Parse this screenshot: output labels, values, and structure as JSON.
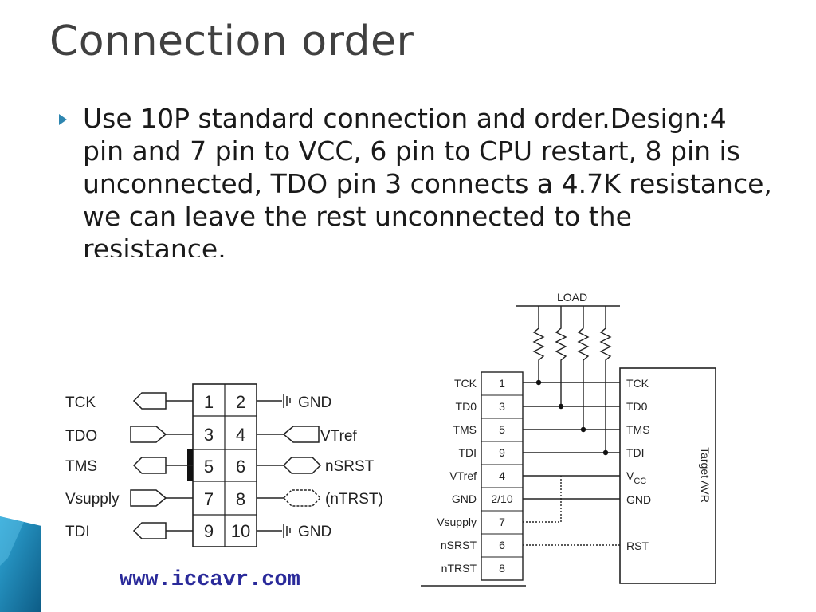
{
  "slide": {
    "title": "Connection order",
    "bullet": "Use 10P standard connection and order.Design:4 pin and 7 pin to VCC, 6 pin to CPU restart, 8 pin is unconnected, TDO pin 3 connects a 4.7K resistance, we can leave the rest unconnected to the resistance."
  },
  "left_diagram": {
    "left_labels": [
      "TCK",
      "TDO",
      "TMS",
      "Vsupply",
      "TDI"
    ],
    "right_labels": [
      "GND",
      "VTref",
      "nSRST",
      "(nTRST)",
      "GND"
    ],
    "pins_left": [
      "1",
      "3",
      "5",
      "7",
      "9"
    ],
    "pins_right": [
      "2",
      "4",
      "6",
      "8",
      "10"
    ],
    "url": "www.iccavr.com"
  },
  "right_diagram": {
    "load_label": "LOAD",
    "target_label": "Target AVR",
    "left_signals": [
      "TCK",
      "TD0",
      "TMS",
      "TDI",
      "VTref",
      "GND",
      "Vsupply",
      "nSRST",
      "nTRST"
    ],
    "pins": [
      "1",
      "3",
      "5",
      "9",
      "4",
      "2/10",
      "7",
      "6",
      "8"
    ],
    "target_pins": [
      "TCK",
      "TD0",
      "TMS",
      "TDI",
      "V",
      "CC",
      "GND",
      "RST"
    ]
  },
  "colors": {
    "title": "#404040",
    "bullet_arrow": "#2e86b0",
    "url": "#2a2a9a",
    "corner_dark": "#0d5c86",
    "corner_light": "#2fa8d8"
  }
}
